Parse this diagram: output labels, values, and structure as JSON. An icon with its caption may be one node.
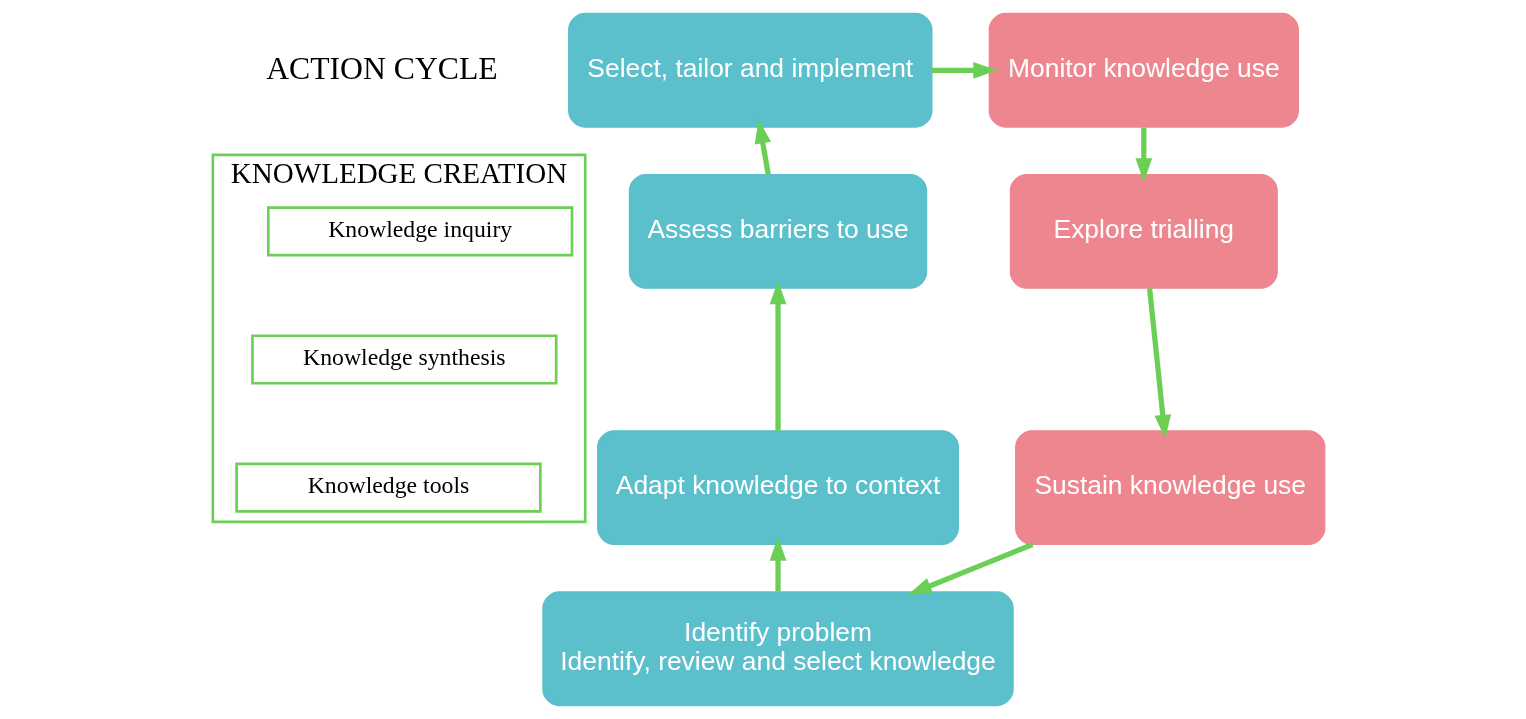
{
  "diagram": {
    "nodes": [
      {
        "text": [
          "Select, tailor and implement"
        ]
      },
      {
        "text": [
          "Monitor knowledge use"
        ]
      },
      {
        "text": [
          "Explore trialling"
        ]
      },
      {
        "text": [
          "Sustain knowledge use"
        ]
      },
      {
        "text": [
          "Identify problem",
          "Identify, review and select knowledge"
        ]
      },
      {
        "text": [
          "Adapt knowledge to context"
        ]
      },
      {
        "text": [
          "Assess barriers to use"
        ]
      },
      {
        "text": [
          "KNOWLEDGE CREATION"
        ]
      },
      {
        "text": [
          "Knowledge inquiry"
        ],
        "in": 7
      },
      {
        "text": [
          "Knowledge synthesis"
        ],
        "in": 7
      },
      {
        "text": [
          "Knowledge tools"
        ],
        "in": 7
      }
    ],
    "edges": [
      {
        "from": 0,
        "to": 1,
        "arrow": "to"
      },
      {
        "from": 1,
        "to": 2,
        "arrow": "to"
      },
      {
        "from": 2,
        "to": 3,
        "arrow": "to"
      },
      {
        "from": 3,
        "to": 4,
        "arrow": "to"
      },
      {
        "from": 4,
        "to": 5,
        "arrow": "to"
      },
      {
        "from": 5,
        "to": 6,
        "arrow": "to"
      },
      {
        "from": 6,
        "to": 0,
        "arrow": "to"
      }
    ],
    "labels": [
      "ACTION CYCLE"
    ]
  }
}
